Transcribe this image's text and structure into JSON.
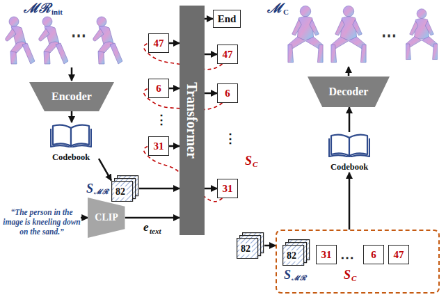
{
  "diagram": {
    "nodes": [
      {
        "text": [
          "Encoder"
        ]
      },
      {
        "text": [
          "Codebook"
        ]
      },
      {
        "text": [
          "82"
        ]
      },
      {
        "text": [
          "“The person in the image is kneeling down on the sand.”"
        ]
      },
      {
        "text": [
          "CLIP"
        ]
      },
      {
        "text": [
          "47"
        ]
      },
      {
        "text": [
          "6"
        ]
      },
      {
        "text": [
          "31"
        ]
      },
      {
        "text": [
          "Transformer"
        ]
      },
      {
        "text": [
          "End"
        ]
      },
      {
        "text": [
          "47"
        ]
      },
      {
        "text": [
          "6"
        ]
      },
      {
        "text": [
          "31"
        ]
      },
      {
        "text": [
          "82"
        ]
      },
      {
        "text": [
          "S",
          "ℳℛ",
          "S",
          "C"
        ]
      },
      {
        "text": [
          "82"
        ],
        "in": 14
      },
      {
        "text": [
          "31"
        ],
        "in": 14
      },
      {
        "text": [
          "6"
        ],
        "in": 14
      },
      {
        "text": [
          "47"
        ],
        "in": 14
      },
      {
        "text": [
          "Codebook"
        ]
      },
      {
        "text": [
          "Decoder"
        ]
      }
    ],
    "edges": [
      {
        "from": 0,
        "to": 1,
        "arrow": "to"
      },
      {
        "from": 1,
        "to": 2,
        "arrow": "to"
      },
      {
        "from": 3,
        "to": 4,
        "arrow": "to"
      },
      {
        "from": 4,
        "to": 8,
        "arrow": "to"
      },
      {
        "from": 5,
        "to": 8,
        "arrow": "to"
      },
      {
        "from": 6,
        "to": 8,
        "arrow": "to"
      },
      {
        "from": 7,
        "to": 8,
        "arrow": "to"
      },
      {
        "from": 2,
        "to": 8,
        "arrow": "to"
      },
      {
        "from": 8,
        "to": 9,
        "arrow": "to"
      },
      {
        "from": 8,
        "to": 10,
        "arrow": "to"
      },
      {
        "from": 8,
        "to": 11,
        "arrow": "to"
      },
      {
        "from": 8,
        "to": 12,
        "arrow": "to"
      },
      {
        "from": 12,
        "to": 7,
        "arrow": "none"
      },
      {
        "from": 11,
        "to": 6,
        "arrow": "none"
      },
      {
        "from": 10,
        "to": 5,
        "arrow": "none"
      },
      {
        "from": 13,
        "to": 14,
        "arrow": "to"
      },
      {
        "from": 14,
        "to": 19,
        "arrow": "to"
      },
      {
        "from": 19,
        "to": 20,
        "arrow": "to"
      }
    ],
    "labels": [
      "ℳℛ",
      "init",
      "⋯",
      "ℳ",
      "C",
      "⋯",
      "S",
      "ℳℛ",
      "⋮",
      "⋮",
      "S",
      "C",
      "e",
      "text",
      "⋯"
    ]
  }
}
